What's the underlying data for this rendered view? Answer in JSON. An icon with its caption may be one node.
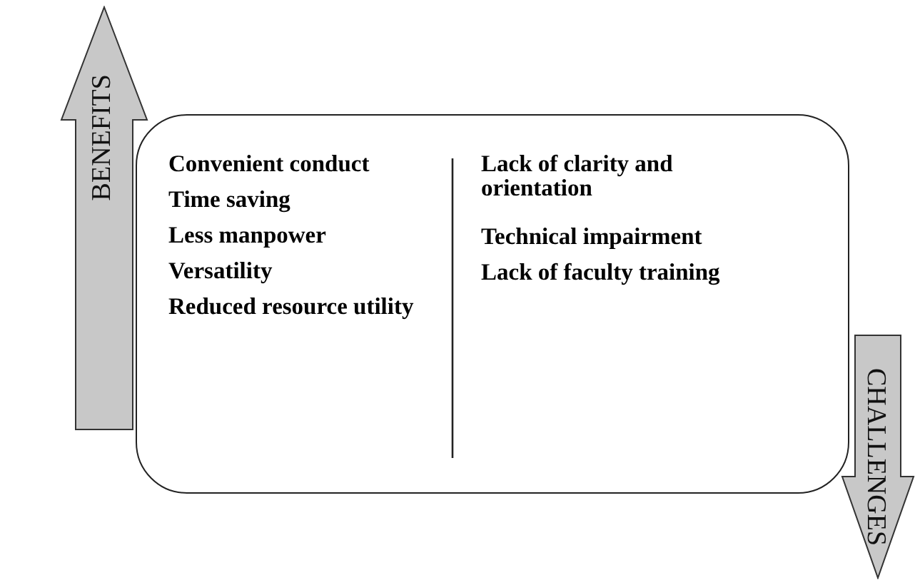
{
  "diagram": {
    "nodes": [
      {
        "text": [
          "BENEFITS"
        ]
      },
      {
        "text": [
          "Convenient conduct",
          "Time saving",
          "Less manpower",
          "Versatility",
          "Reduced resource utility",
          "Lack of clarity and orientation",
          "Technical impairment",
          "Lack of faculty training"
        ]
      },
      {
        "text": [
          "CHALLENGES"
        ]
      }
    ]
  }
}
